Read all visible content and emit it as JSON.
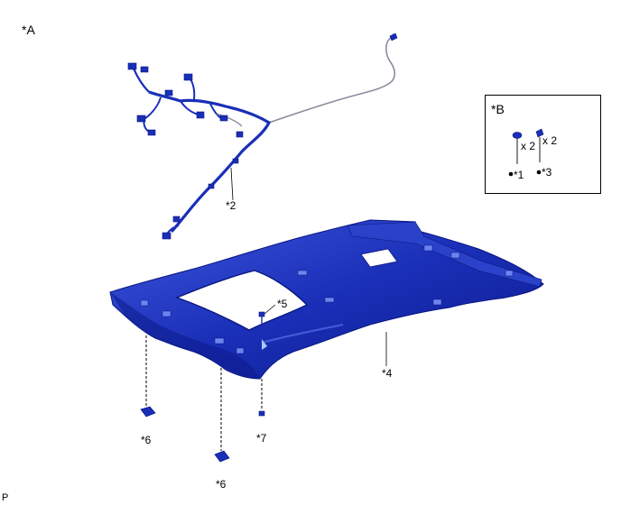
{
  "view_label": "*A",
  "detail_label": "*B",
  "callouts": {
    "harness": "*2",
    "headliner": "*4",
    "clip_top": "*5",
    "pad_left": "*6",
    "pad_center": "*6",
    "clip_bottom": "*7"
  },
  "legend": {
    "item1_qty": "x 2",
    "item1_label": "*1",
    "item3_qty": "x 2",
    "item3_label": "*3"
  },
  "corner_mark": "P",
  "colors": {
    "part_blue": "#1a2fb8",
    "part_dark": "#0a1680",
    "part_light": "#4f68e6",
    "wire": "#8c8c9c"
  }
}
